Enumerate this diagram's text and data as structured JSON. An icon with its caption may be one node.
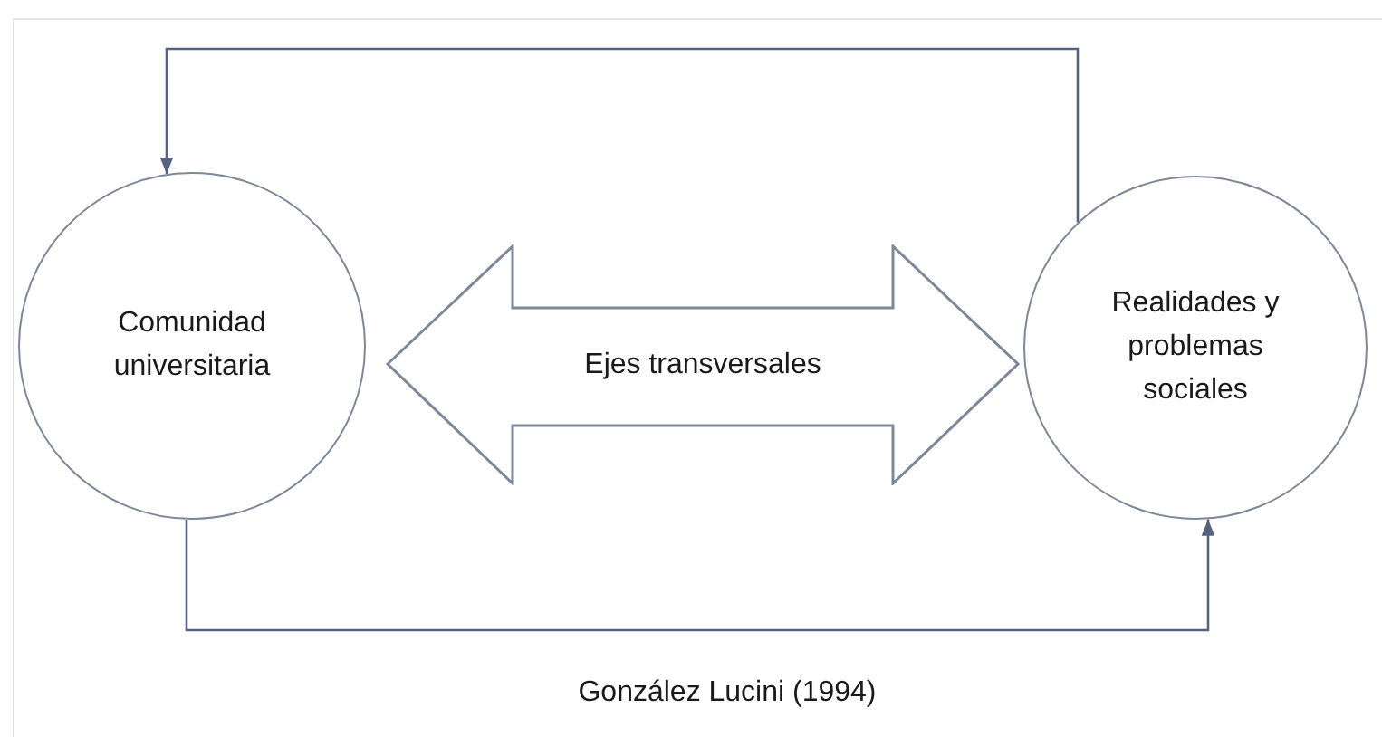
{
  "diagram": {
    "nodes": [
      {
        "text": [
          "Comunidad universitaria"
        ]
      },
      {
        "text": [
          "Ejes transversales"
        ]
      },
      {
        "text": [
          "Realidades y problemas sociales"
        ]
      }
    ],
    "edges": [
      {
        "from": 2,
        "to": 0,
        "arrow": "to"
      },
      {
        "from": 0,
        "to": 2,
        "arrow": "to"
      }
    ],
    "caption": "González Lucini (1994)"
  }
}
